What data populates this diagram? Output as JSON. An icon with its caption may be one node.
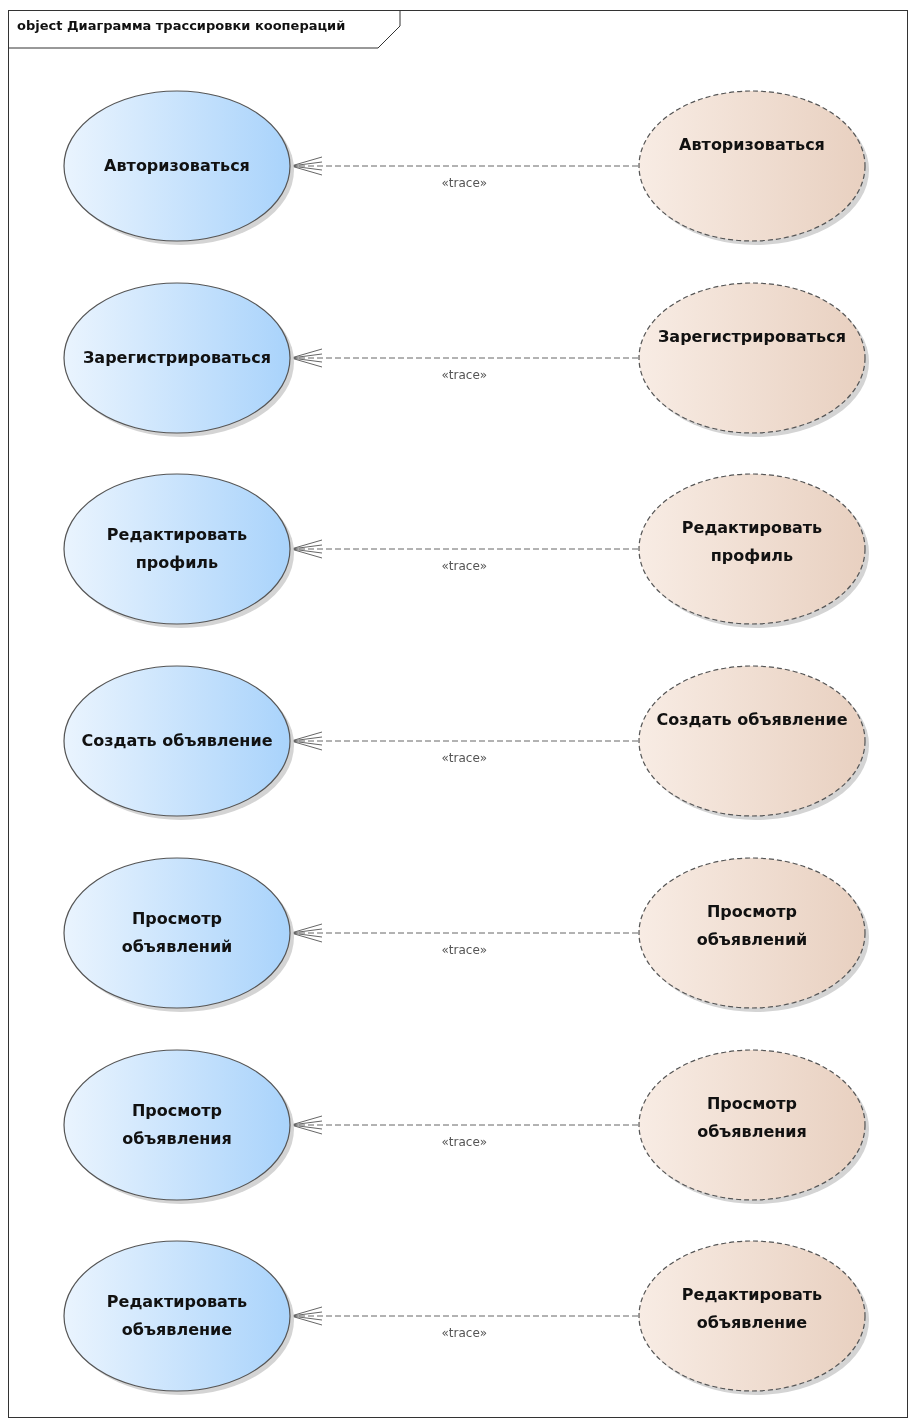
{
  "diagram": {
    "title": "object Диаграмма трассировки коопераций",
    "nodes": [
      {
        "text": [
          "Авторизоваться"
        ]
      },
      {
        "text": [
          "Авторизоваться"
        ]
      },
      {
        "text": [
          "Зарегистрироваться"
        ]
      },
      {
        "text": [
          "Зарегистрироваться"
        ]
      },
      {
        "text": [
          "Редактировать профиль"
        ]
      },
      {
        "text": [
          "Редактировать профиль"
        ]
      },
      {
        "text": [
          "Создать объявление"
        ]
      },
      {
        "text": [
          "Создать объявление"
        ]
      },
      {
        "text": [
          "Просмотр объявлений"
        ]
      },
      {
        "text": [
          "Просмотр объявлений"
        ]
      },
      {
        "text": [
          "Просмотр объявления"
        ]
      },
      {
        "text": [
          "Просмотр объявления"
        ]
      },
      {
        "text": [
          "Редактировать объявление"
        ]
      },
      {
        "text": [
          "Редактировать объявление"
        ]
      }
    ],
    "edges": [
      {
        "from": 1,
        "to": 0,
        "arrow": "to",
        "label": "«trace»",
        "style": "dashed"
      },
      {
        "from": 3,
        "to": 2,
        "arrow": "to",
        "label": "«trace»",
        "style": "dashed"
      },
      {
        "from": 5,
        "to": 4,
        "arrow": "to",
        "label": "«trace»",
        "style": "dashed"
      },
      {
        "from": 7,
        "to": 6,
        "arrow": "to",
        "label": "«trace»",
        "style": "dashed"
      },
      {
        "from": 9,
        "to": 8,
        "arrow": "to",
        "label": "«trace»",
        "style": "dashed"
      },
      {
        "from": 11,
        "to": 10,
        "arrow": "to",
        "label": "«trace»",
        "style": "dashed"
      },
      {
        "from": 13,
        "to": 12,
        "arrow": "to",
        "label": "«trace»",
        "style": "dashed"
      }
    ]
  }
}
